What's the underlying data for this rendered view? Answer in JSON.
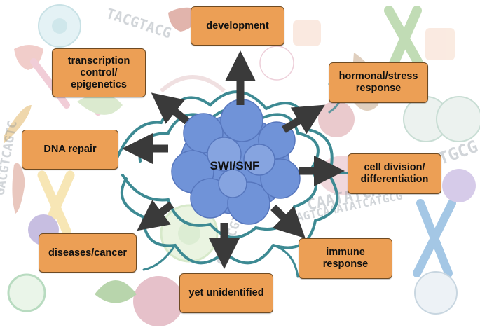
{
  "center_label": "SWI/SNF",
  "functions": [
    {
      "id": "development",
      "label": "development"
    },
    {
      "id": "transcription",
      "label": "transcription\ncontrol/\nepigenetics"
    },
    {
      "id": "hormonal",
      "label": "hormonal/stress\nresponse"
    },
    {
      "id": "dna-repair",
      "label": "DNA repair"
    },
    {
      "id": "cell-division",
      "label": "cell division/\ndifferentiation"
    },
    {
      "id": "diseases",
      "label": "diseases/cancer"
    },
    {
      "id": "immune",
      "label": "immune\nresponse"
    },
    {
      "id": "unidentified",
      "label": "yet unidentified"
    }
  ],
  "background_text": [
    "AAGTCAAATATCATGCG",
    "CAATATCATGCGGT",
    "TACGTACG",
    "CATGCGTAGTCA",
    "GACGTCAGTC",
    "ATCATGCG"
  ],
  "colors": {
    "box_fill": "#ec9f55",
    "box_border": "#6e4a22",
    "arrow": "#3a3a3a",
    "dna": "#3d8a93",
    "complex": "#6f8fd6"
  }
}
